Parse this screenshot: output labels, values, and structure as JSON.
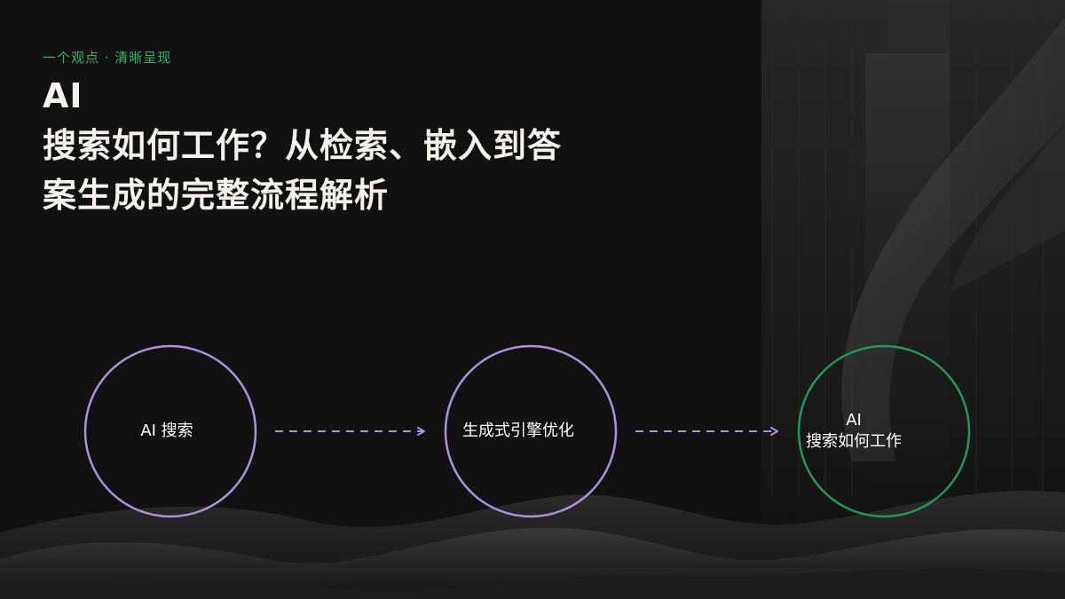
{
  "header": {
    "eyebrow": "一个观点 · 清晰呈现",
    "title_lines": [
      "AI",
      "搜索如何工作？从检索、嵌入到答",
      "案生成的完整流程解析"
    ]
  },
  "flow": {
    "nodes": [
      {
        "label_lines": [
          "AI 搜索"
        ],
        "outline_color": "#a796dc"
      },
      {
        "label_lines": [
          "生成式引擎优化"
        ],
        "outline_color": "#a796dc"
      },
      {
        "label_lines": [
          "AI",
          "搜索如何工作"
        ],
        "outline_color": "#1f9a5c"
      }
    ],
    "connector_color": "#a796dc"
  },
  "colors": {
    "background": "#111111",
    "accent_green": "#35b46e",
    "accent_purple": "#a796dc",
    "text": "#f4f2ec"
  }
}
